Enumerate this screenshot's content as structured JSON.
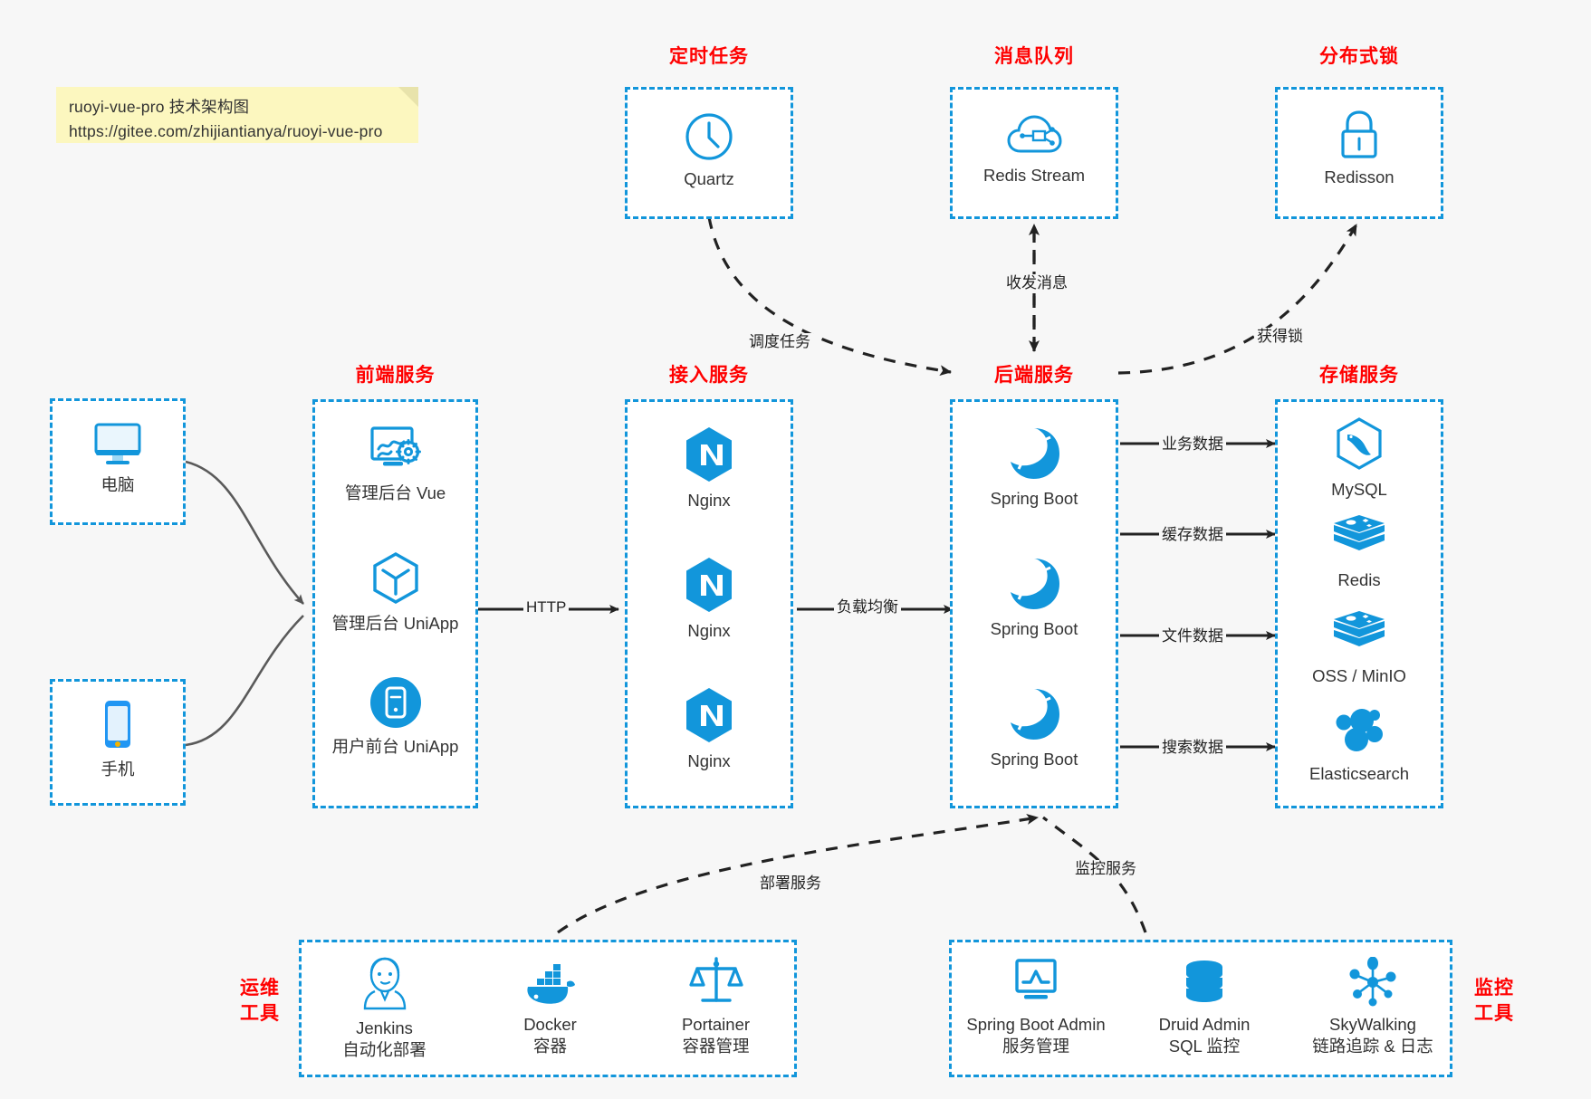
{
  "note": {
    "line1": "ruoyi-vue-pro 技术架构图",
    "line2": "https://gitee.com/zhijiantianya/ruoyi-vue-pro"
  },
  "groups": {
    "scheduler": {
      "title": "定时任务",
      "nodes": [
        {
          "icon": "clock-icon",
          "label": "Quartz"
        }
      ]
    },
    "mq": {
      "title": "消息队列",
      "nodes": [
        {
          "icon": "cloud-stream-icon",
          "label": "Redis Stream"
        }
      ]
    },
    "lock": {
      "title": "分布式锁",
      "nodes": [
        {
          "icon": "lock-icon",
          "label": "Redisson"
        }
      ]
    },
    "clients": {
      "nodes": [
        {
          "icon": "desktop-icon",
          "label": "电脑"
        },
        {
          "icon": "mobile-icon",
          "label": "手机"
        }
      ]
    },
    "frontend": {
      "title": "前端服务",
      "nodes": [
        {
          "icon": "admin-vue-icon",
          "label": "管理后台 Vue"
        },
        {
          "icon": "uniapp-icon",
          "label": "管理后台 UniApp"
        },
        {
          "icon": "mobile-app-icon",
          "label": "用户前台 UniApp"
        }
      ]
    },
    "gateway": {
      "title": "接入服务",
      "nodes": [
        {
          "icon": "nginx-icon",
          "label": "Nginx"
        },
        {
          "icon": "nginx-icon",
          "label": "Nginx"
        },
        {
          "icon": "nginx-icon",
          "label": "Nginx"
        }
      ]
    },
    "backend": {
      "title": "后端服务",
      "nodes": [
        {
          "icon": "spring-boot-icon",
          "label": "Spring Boot"
        },
        {
          "icon": "spring-boot-icon",
          "label": "Spring Boot"
        },
        {
          "icon": "spring-boot-icon",
          "label": "Spring Boot"
        }
      ]
    },
    "storage": {
      "title": "存储服务",
      "nodes": [
        {
          "icon": "mysql-icon",
          "label": "MySQL"
        },
        {
          "icon": "redis-icon",
          "label": "Redis"
        },
        {
          "icon": "oss-icon",
          "label": "OSS / MinIO"
        },
        {
          "icon": "elasticsearch-icon",
          "label": "Elasticsearch"
        }
      ]
    },
    "devops": {
      "title": "运维\n工具",
      "title_line1": "运维",
      "title_line2": "工具",
      "nodes": [
        {
          "icon": "jenkins-icon",
          "label": "Jenkins",
          "sub": "自动化部署"
        },
        {
          "icon": "docker-icon",
          "label": "Docker",
          "sub": "容器"
        },
        {
          "icon": "portainer-icon",
          "label": "Portainer",
          "sub": "容器管理"
        }
      ]
    },
    "monitor": {
      "title_line1": "监控",
      "title_line2": "工具",
      "nodes": [
        {
          "icon": "spring-boot-admin-icon",
          "label": "Spring Boot Admin",
          "sub": "服务管理"
        },
        {
          "icon": "druid-icon",
          "label": "Druid Admin",
          "sub": "SQL 监控"
        },
        {
          "icon": "skywalking-icon",
          "label": "SkyWalking",
          "sub": "链路追踪 & 日志"
        }
      ]
    }
  },
  "edges": {
    "http": "HTTP",
    "load_balance": "负载均衡",
    "schedule_task": "调度任务",
    "send_receive_message": "收发消息",
    "acquire_lock": "获得锁",
    "business_data": "业务数据",
    "cache_data": "缓存数据",
    "file_data": "文件数据",
    "search_data": "搜索数据",
    "deploy_service": "部署服务",
    "monitor_service": "监控服务"
  },
  "colors": {
    "accent": "#1296db",
    "title_red": "#ff0000",
    "note_bg": "#fcf7bf",
    "background": "#f7f7f7",
    "text": "#333333",
    "arrow": "#222222"
  }
}
